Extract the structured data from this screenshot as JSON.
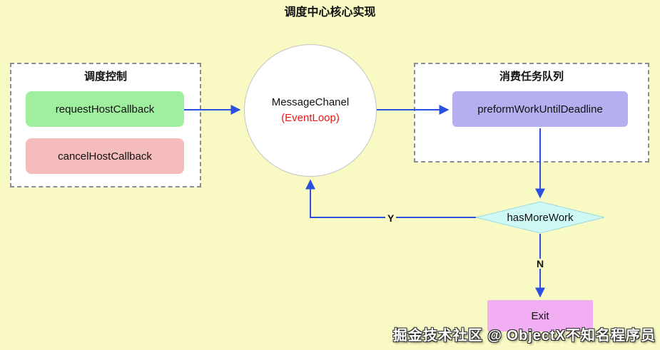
{
  "page": {
    "title": "调度中心核心实现",
    "background_color": "#F9F9C4"
  },
  "diagram": {
    "left_group": {
      "label": "调度控制",
      "nodes": [
        {
          "id": "requestHostCallback",
          "label": "requestHostCallback",
          "color": "#9FEF9F"
        },
        {
          "id": "cancelHostCallback",
          "label": "cancelHostCallback",
          "color": "#F5BCBC"
        }
      ]
    },
    "center_node": {
      "line1": "MessageChanel",
      "line2": "(EventLoop)",
      "line2_color": "#F21212"
    },
    "right_group": {
      "label": "消费任务队列",
      "nodes": [
        {
          "id": "preformWorkUntilDeadline",
          "label": "preformWorkUntilDeadline",
          "color": "#B6AFEF"
        }
      ]
    },
    "decision": {
      "label": "hasMoreWork",
      "color": "#CDF8F4"
    },
    "exit_node": {
      "label": "Exit",
      "color": "#F2AEF2"
    },
    "edges": {
      "yes_label": "Y",
      "no_label": "N"
    },
    "arrow_color": "#2B50E0"
  },
  "watermark": "掘金技术社区 @ ObjectX不知名程序员"
}
